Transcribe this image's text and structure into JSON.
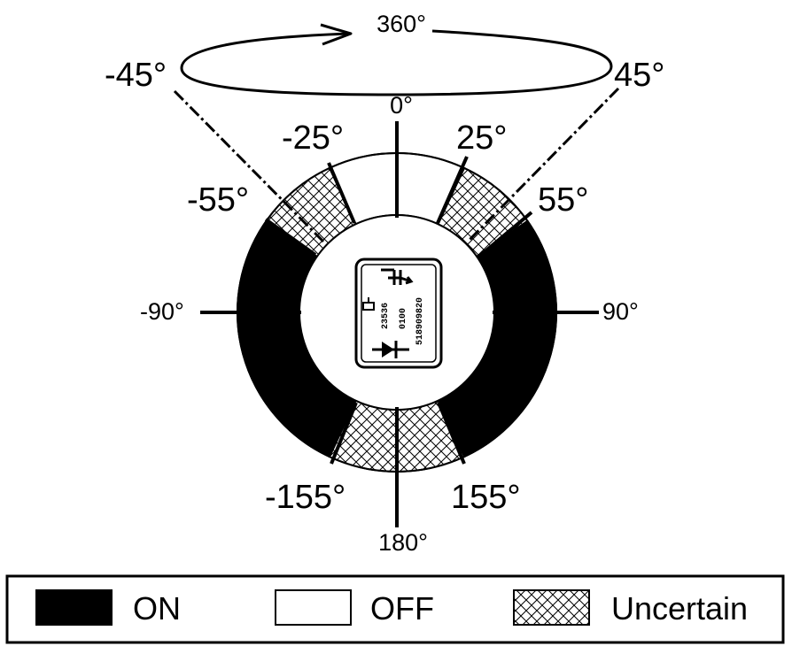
{
  "diagram": {
    "rotation_label": "360°",
    "zero_label": "0°",
    "labels": {
      "neg45": "-45°",
      "pos45": "45°",
      "neg25": "-25°",
      "pos25": "25°",
      "neg55": "-55°",
      "pos55": "55°",
      "neg90": "-90°",
      "pos90": "90°",
      "neg155": "-155°",
      "pos155": "155°",
      "deg180": "180°"
    },
    "chip": {
      "line1": "23536",
      "line2": "0100",
      "line3": "518909820"
    },
    "sectors": [
      {
        "name": "off-top",
        "from": -25,
        "to": 25,
        "state": "off"
      },
      {
        "name": "uncertain-top-right",
        "from": 25,
        "to": 55,
        "state": "uncertain"
      },
      {
        "name": "on-right",
        "from": 55,
        "to": 155,
        "state": "on"
      },
      {
        "name": "uncertain-bottom",
        "from": 155,
        "to": 205,
        "state": "uncertain"
      },
      {
        "name": "on-left",
        "from": 205,
        "to": 305,
        "state": "on"
      },
      {
        "name": "uncertain-top-left",
        "from": 305,
        "to": 335,
        "state": "uncertain"
      }
    ],
    "colors": {
      "on": "#000000",
      "off": "#ffffff",
      "line": "#000000"
    }
  },
  "legend": {
    "on_label": "ON",
    "off_label": "OFF",
    "uncertain_label": "Uncertain"
  }
}
